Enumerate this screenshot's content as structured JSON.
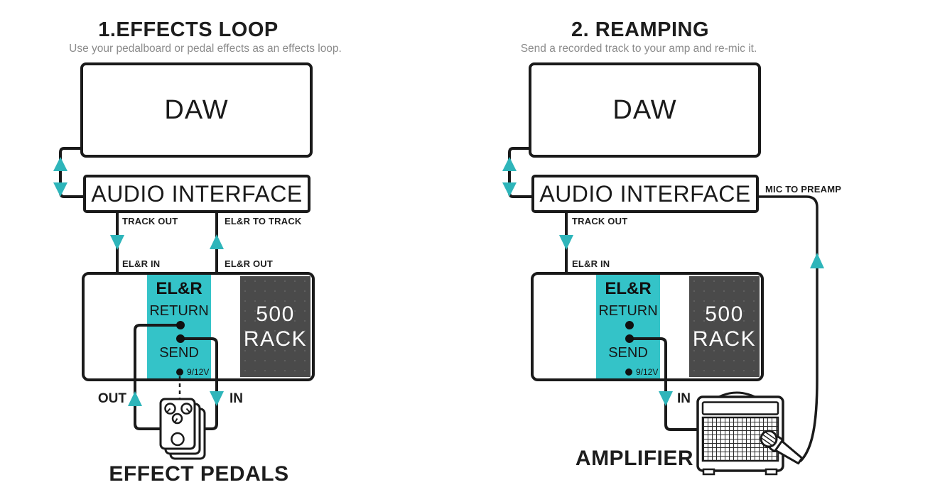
{
  "colors": {
    "teal_panel": "#34C3C8",
    "teal_arrow": "#2EB5BA",
    "line": "#1a1a1a",
    "subtitle_gray": "#8b8b8b",
    "rack_bg": "#4a4a4a",
    "rack_text": "#ffffff"
  },
  "left": {
    "title": "1.EFFECTS LOOP",
    "subtitle": "Use your pedalboard or pedal effects as an effects loop.",
    "daw_label": "DAW",
    "interface_label": "AUDIO INTERFACE",
    "track_out_label": "TRACK OUT",
    "elr_to_track_label": "EL&R TO TRACK",
    "elr_in_label": "EL&R IN",
    "elr_out_label": "EL&R OUT",
    "out_label": "OUT",
    "in_label": "IN",
    "device_label": "EFFECT PEDALS",
    "module": {
      "name": "EL&R",
      "return_label": "RETURN",
      "send_label": "SEND",
      "power_label": "9/12V",
      "rack_line1": "500",
      "rack_line2": "RACK"
    }
  },
  "right": {
    "title": "2. REAMPING",
    "subtitle": "Send a recorded track to your amp and re-mic it.",
    "daw_label": "DAW",
    "interface_label": "AUDIO INTERFACE",
    "track_out_label": "TRACK OUT",
    "mic_to_preamp_label": "MIC TO PREAMP",
    "elr_in_label": "EL&R IN",
    "in_label": "IN",
    "device_label": "AMPLIFIER",
    "module": {
      "name": "EL&R",
      "return_label": "RETURN",
      "send_label": "SEND",
      "power_label": "9/12V",
      "rack_line1": "500",
      "rack_line2": "RACK"
    }
  }
}
